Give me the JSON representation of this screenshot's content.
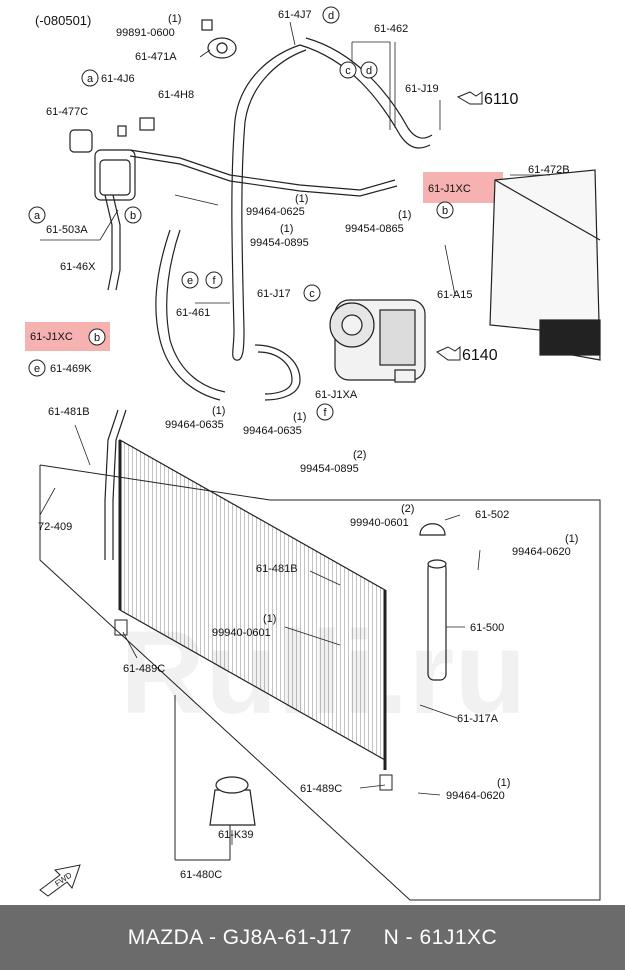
{
  "diagram": {
    "date_code": "(-080501)",
    "fwd_label": "FWD",
    "watermark": "Rulli.ru",
    "parts": {
      "p1": {
        "code": "99891-0600",
        "qty": "(1)"
      },
      "p2": {
        "code": "61-471A"
      },
      "p3": {
        "code": "61-4J7"
      },
      "p4": {
        "code": "61-462"
      },
      "p5": {
        "code": "61-J19"
      },
      "p6": {
        "code": "6110"
      },
      "p7": {
        "code": "61-4J6"
      },
      "p8": {
        "code": "61-4H8"
      },
      "p9": {
        "code": "61-477C"
      },
      "p10": {
        "code": "61-J1XC"
      },
      "p11": {
        "code": "61-472B"
      },
      "p12": {
        "code": "99464-0625",
        "qty": "(1)"
      },
      "p13": {
        "code": "61-503A"
      },
      "p14": {
        "code": "99454-0895",
        "qty": "(1)"
      },
      "p15": {
        "code": "99454-0865",
        "qty": "(1)"
      },
      "p16": {
        "code": "61-46X"
      },
      "p17": {
        "code": "61-A15"
      },
      "p18": {
        "code": "61-J17"
      },
      "p19": {
        "code": "61-461"
      },
      "p20": {
        "code": "61-J1XC"
      },
      "p21": {
        "code": "6140"
      },
      "p22": {
        "code": "61-469K"
      },
      "p23": {
        "code": "61-J1XA"
      },
      "p24": {
        "code": "61-481B"
      },
      "p25": {
        "code": "99464-0635",
        "qty": "(1)"
      },
      "p26": {
        "code": "99464-0635",
        "qty": "(1)"
      },
      "p27": {
        "code": "99454-0895",
        "qty": "(2)"
      },
      "p28": {
        "code": "72-409"
      },
      "p29": {
        "code": "99940-0601",
        "qty": "(2)"
      },
      "p30": {
        "code": "61-502"
      },
      "p31": {
        "code": "99464-0620",
        "qty": "(1)"
      },
      "p32": {
        "code": "61-481B"
      },
      "p33": {
        "code": "61-500"
      },
      "p34": {
        "code": "99940-0601",
        "qty": "(1)"
      },
      "p35": {
        "code": "61-489C"
      },
      "p36": {
        "code": "61-J17A"
      },
      "p37": {
        "code": "61-489C"
      },
      "p38": {
        "code": "99464-0620",
        "qty": "(1)"
      },
      "p39": {
        "code": "61-K39"
      },
      "p40": {
        "code": "61-480C"
      }
    },
    "circle_letters": {
      "d1": "d",
      "c1": "c",
      "d2": "d",
      "a1": "a",
      "a2": "a",
      "b1": "b",
      "b2": "b",
      "b3": "b",
      "e1": "e",
      "f1": "f",
      "c2": "c",
      "e2": "e",
      "f2": "f"
    }
  },
  "colors": {
    "highlight": "#f4a3a3",
    "footer_bg": "#6b6b6b",
    "footer_text": "#ffffff"
  },
  "footer": {
    "text": "MAZDA - GJ8A-61-J17     N - 61J1XC"
  }
}
